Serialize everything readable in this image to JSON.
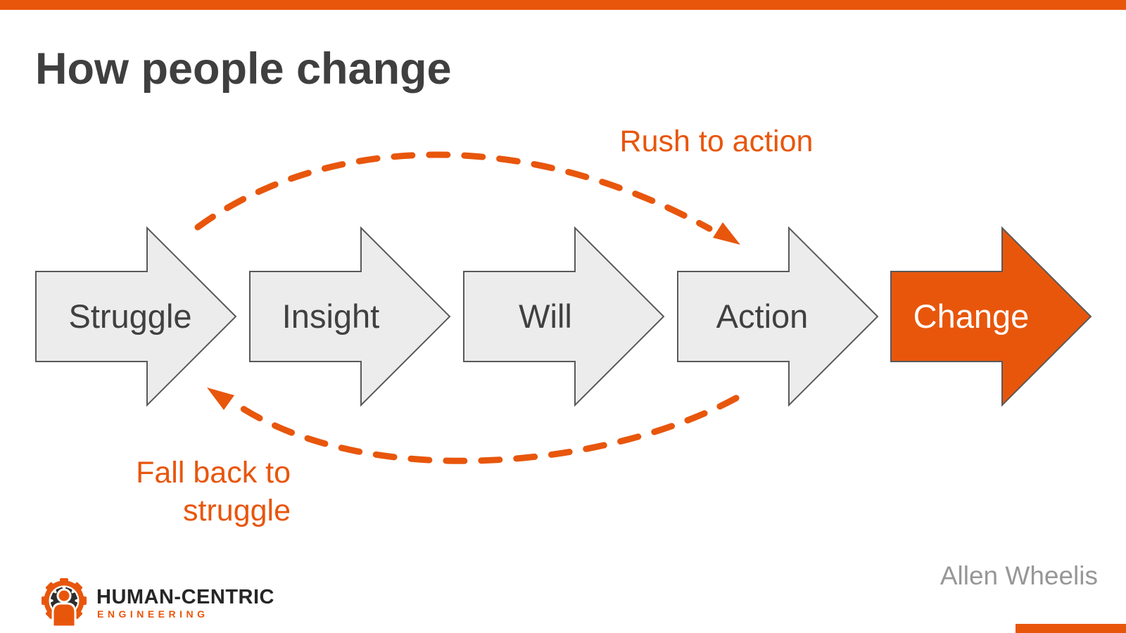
{
  "slide": {
    "title": "How people change",
    "attribution": "Allen Wheelis",
    "accent_color": "#E8560C",
    "title_color": "#3F3F3F",
    "attribution_color": "#979797"
  },
  "diagram": {
    "stages": [
      {
        "label": "Struggle",
        "fill": "#ECECEC",
        "text_color": "#404040"
      },
      {
        "label": "Insight",
        "fill": "#ECECEC",
        "text_color": "#404040"
      },
      {
        "label": "Will",
        "fill": "#ECECEC",
        "text_color": "#404040"
      },
      {
        "label": "Action",
        "fill": "#ECECEC",
        "text_color": "#404040"
      },
      {
        "label": "Change",
        "fill": "#E8560C",
        "text_color": "#FFFFFF"
      }
    ],
    "outline_color": "#595959",
    "annotations": {
      "color": "#E8560C",
      "rush_to_action": "Rush to action",
      "fall_back_line1": "Fall back to",
      "fall_back_line2": "struggle"
    }
  },
  "footer": {
    "logo_text_primary": "HUMAN-CENTRIC",
    "logo_text_secondary": "ENGINEERING",
    "logo_dark_color": "#262626"
  }
}
